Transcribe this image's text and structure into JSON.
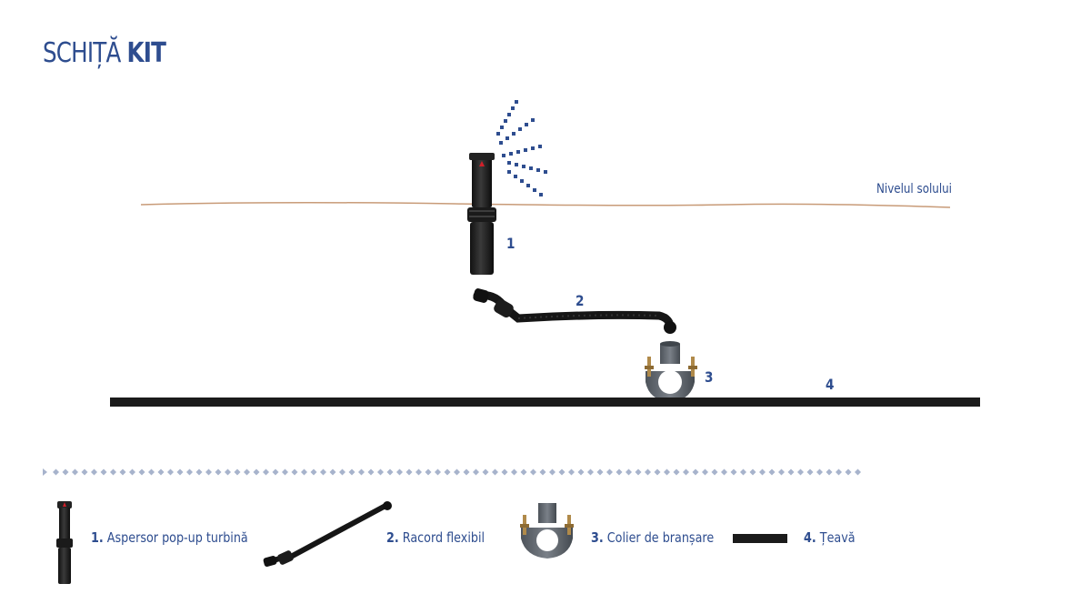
{
  "title": {
    "part1": "SCHIȚĂ",
    "part2": "KIT"
  },
  "ground_label": "Nivelul solului",
  "callouts": [
    "1",
    "2",
    "3",
    "4"
  ],
  "legend": [
    {
      "num": "1.",
      "text": "Aspersor pop-up turbină"
    },
    {
      "num": "2.",
      "text": "Racord flexibil"
    },
    {
      "num": "3.",
      "text": "Colier de branșare"
    },
    {
      "num": "4.",
      "text": "Țeavă"
    }
  ],
  "colors": {
    "accent": "#2e4d8f",
    "ground": "#c89b78",
    "pipe": "#1b1b1b",
    "divider": "#a7b3cc"
  }
}
